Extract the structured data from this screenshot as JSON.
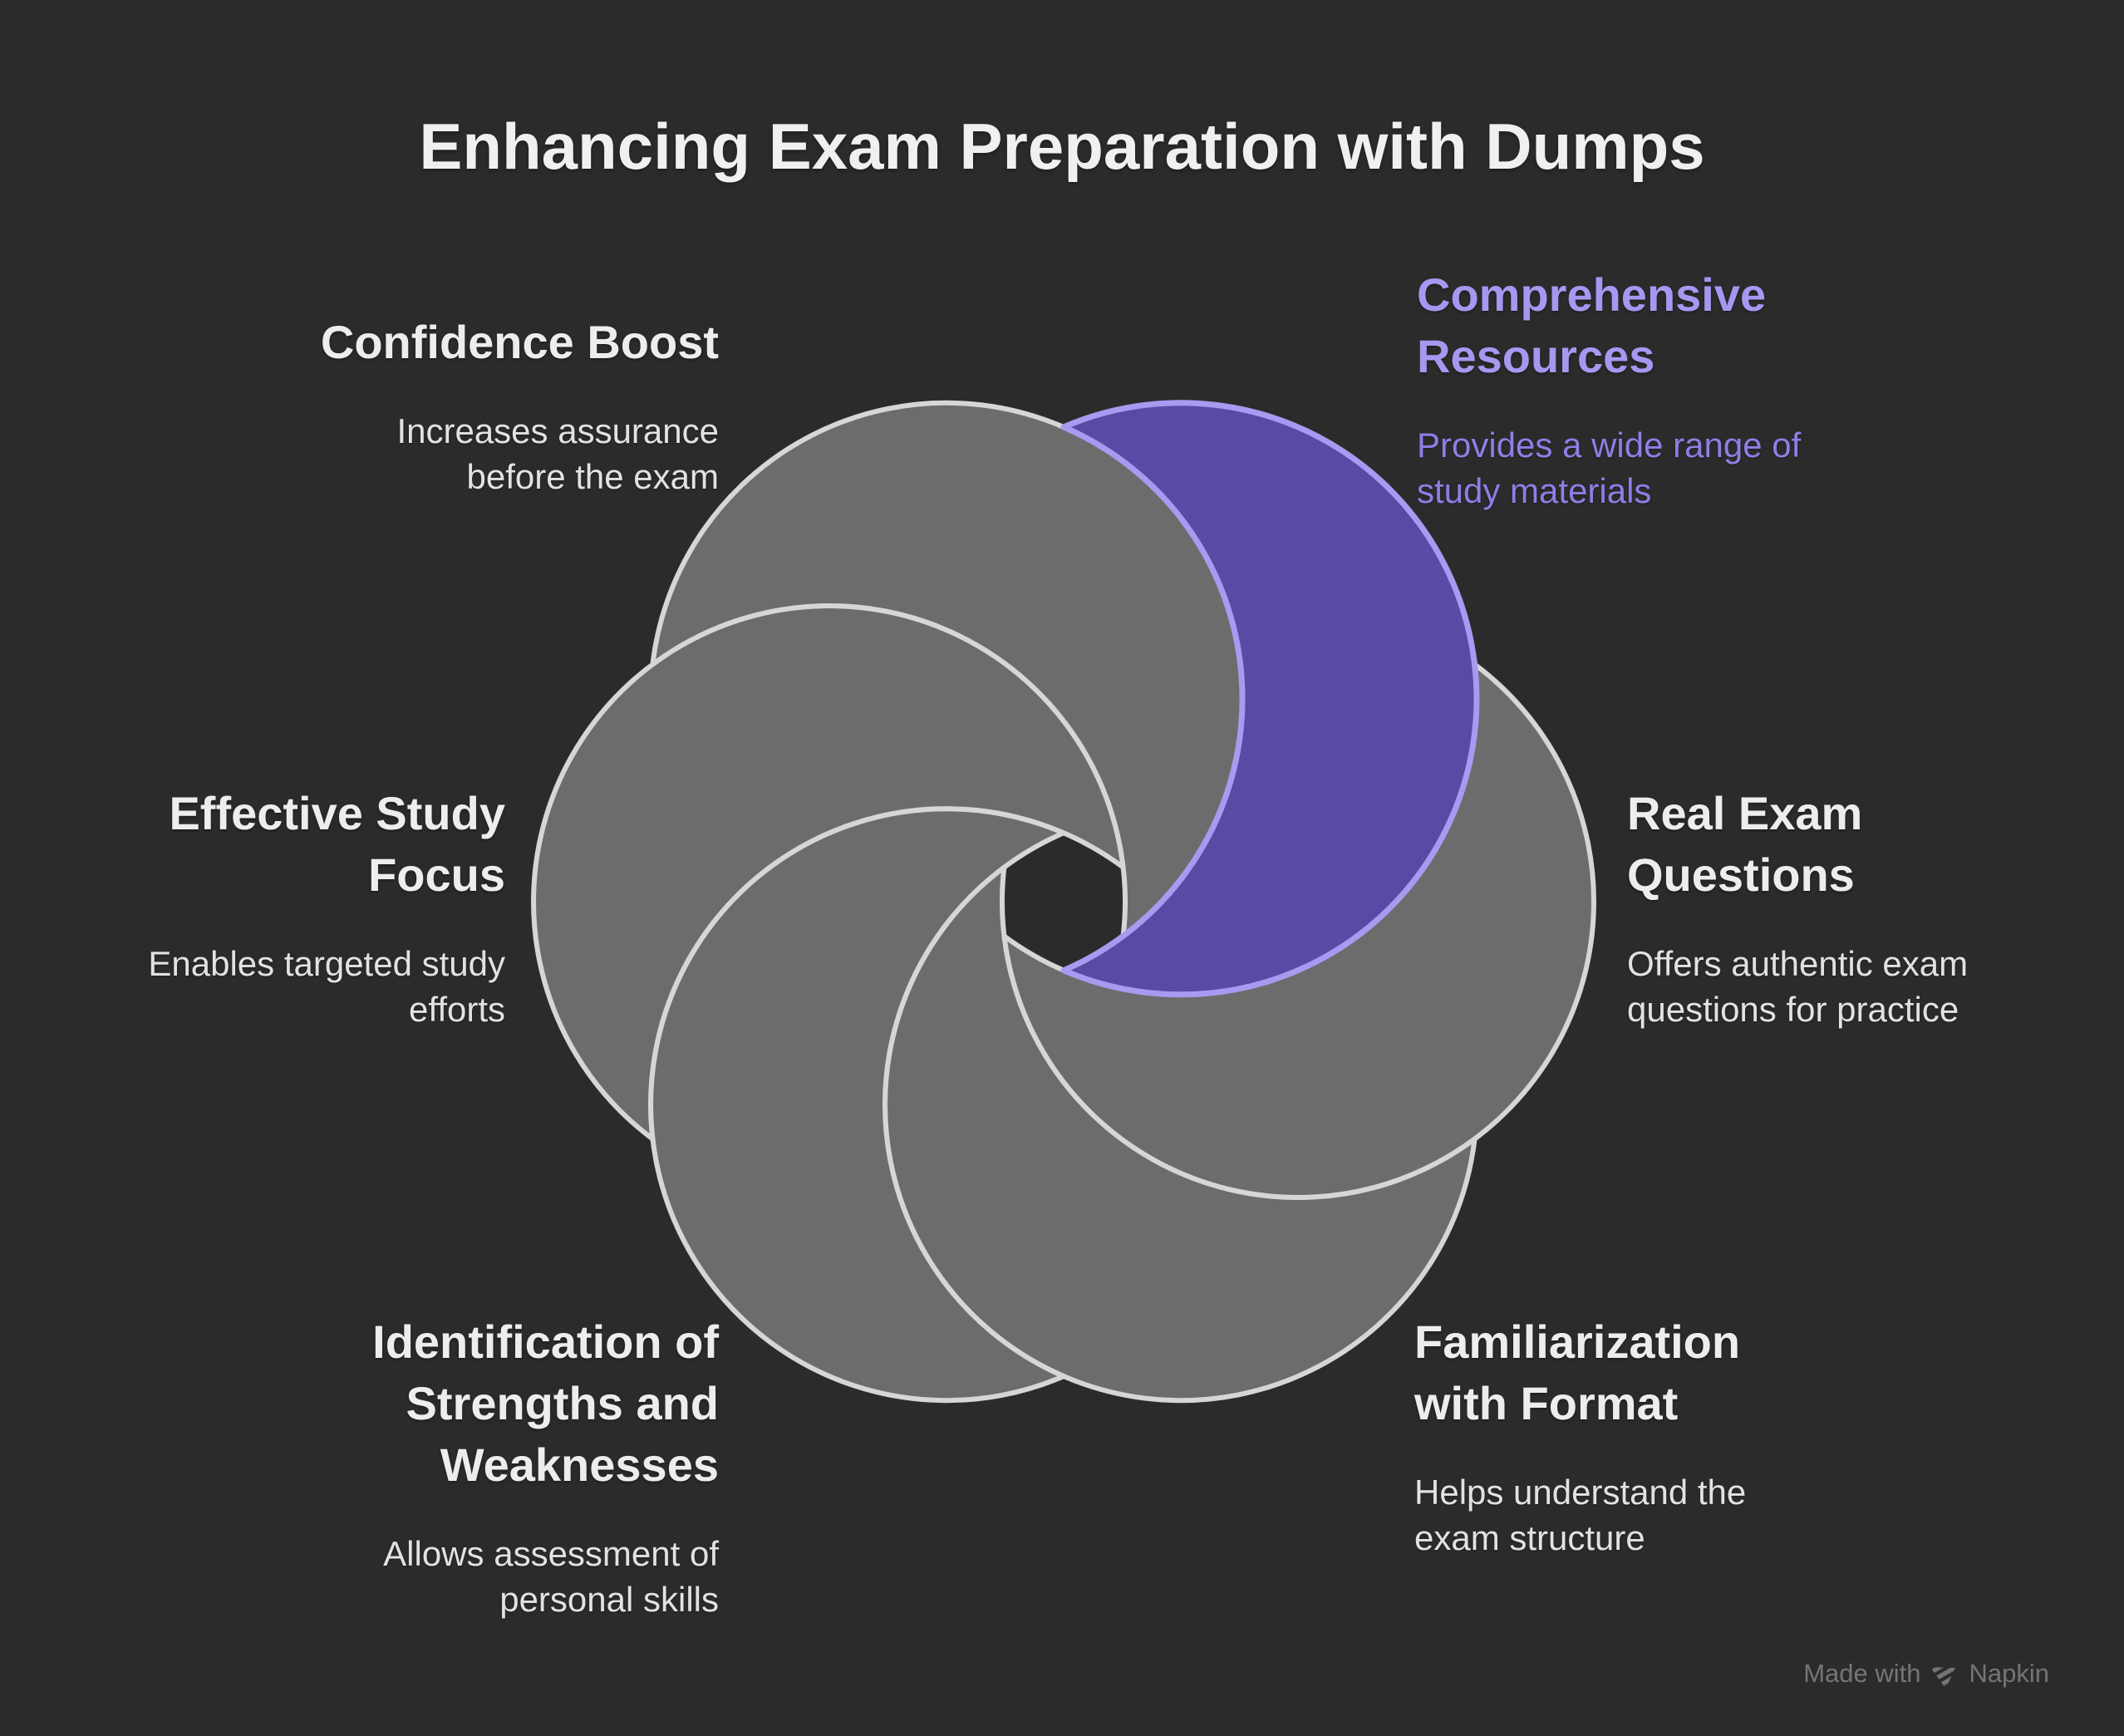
{
  "title": "Enhancing Exam Preparation with Dumps",
  "items": {
    "confidence_boost": {
      "heading": "Confidence Boost",
      "body": "Increases assurance\nbefore the exam"
    },
    "comprehensive_resources": {
      "heading": "Comprehensive\nResources",
      "body": "Provides a wide range of\nstudy materials"
    },
    "effective_study_focus": {
      "heading": "Effective Study\nFocus",
      "body": "Enables targeted study\nefforts"
    },
    "real_exam_questions": {
      "heading": "Real Exam\nQuestions",
      "body": "Offers authentic exam\nquestions for practice"
    },
    "identification_strengths_weaknesses": {
      "heading": "Identification of\nStrengths and\nWeaknesses",
      "body": "Allows assessment of\npersonal skills"
    },
    "familiarization_with_format": {
      "heading": "Familiarization\nwith Format",
      "body": "Helps understand the\nexam structure"
    }
  },
  "watermark": {
    "prefix": "Made with",
    "brand": "Napkin"
  },
  "colors": {
    "bg": "#2b2b2b",
    "petal_gray": "#6c6c6c",
    "petal_gray_stroke": "#d6d6d6",
    "petal_purple": "#5b4aa5",
    "petal_purple_stroke": "#a89af0",
    "title_color": "#f0f0f0",
    "heading_color": "#ededed",
    "body_color": "#e2e2e2",
    "accent_heading": "#a797f1",
    "accent_body": "#8f7ee6",
    "watermark_color": "#757575"
  }
}
